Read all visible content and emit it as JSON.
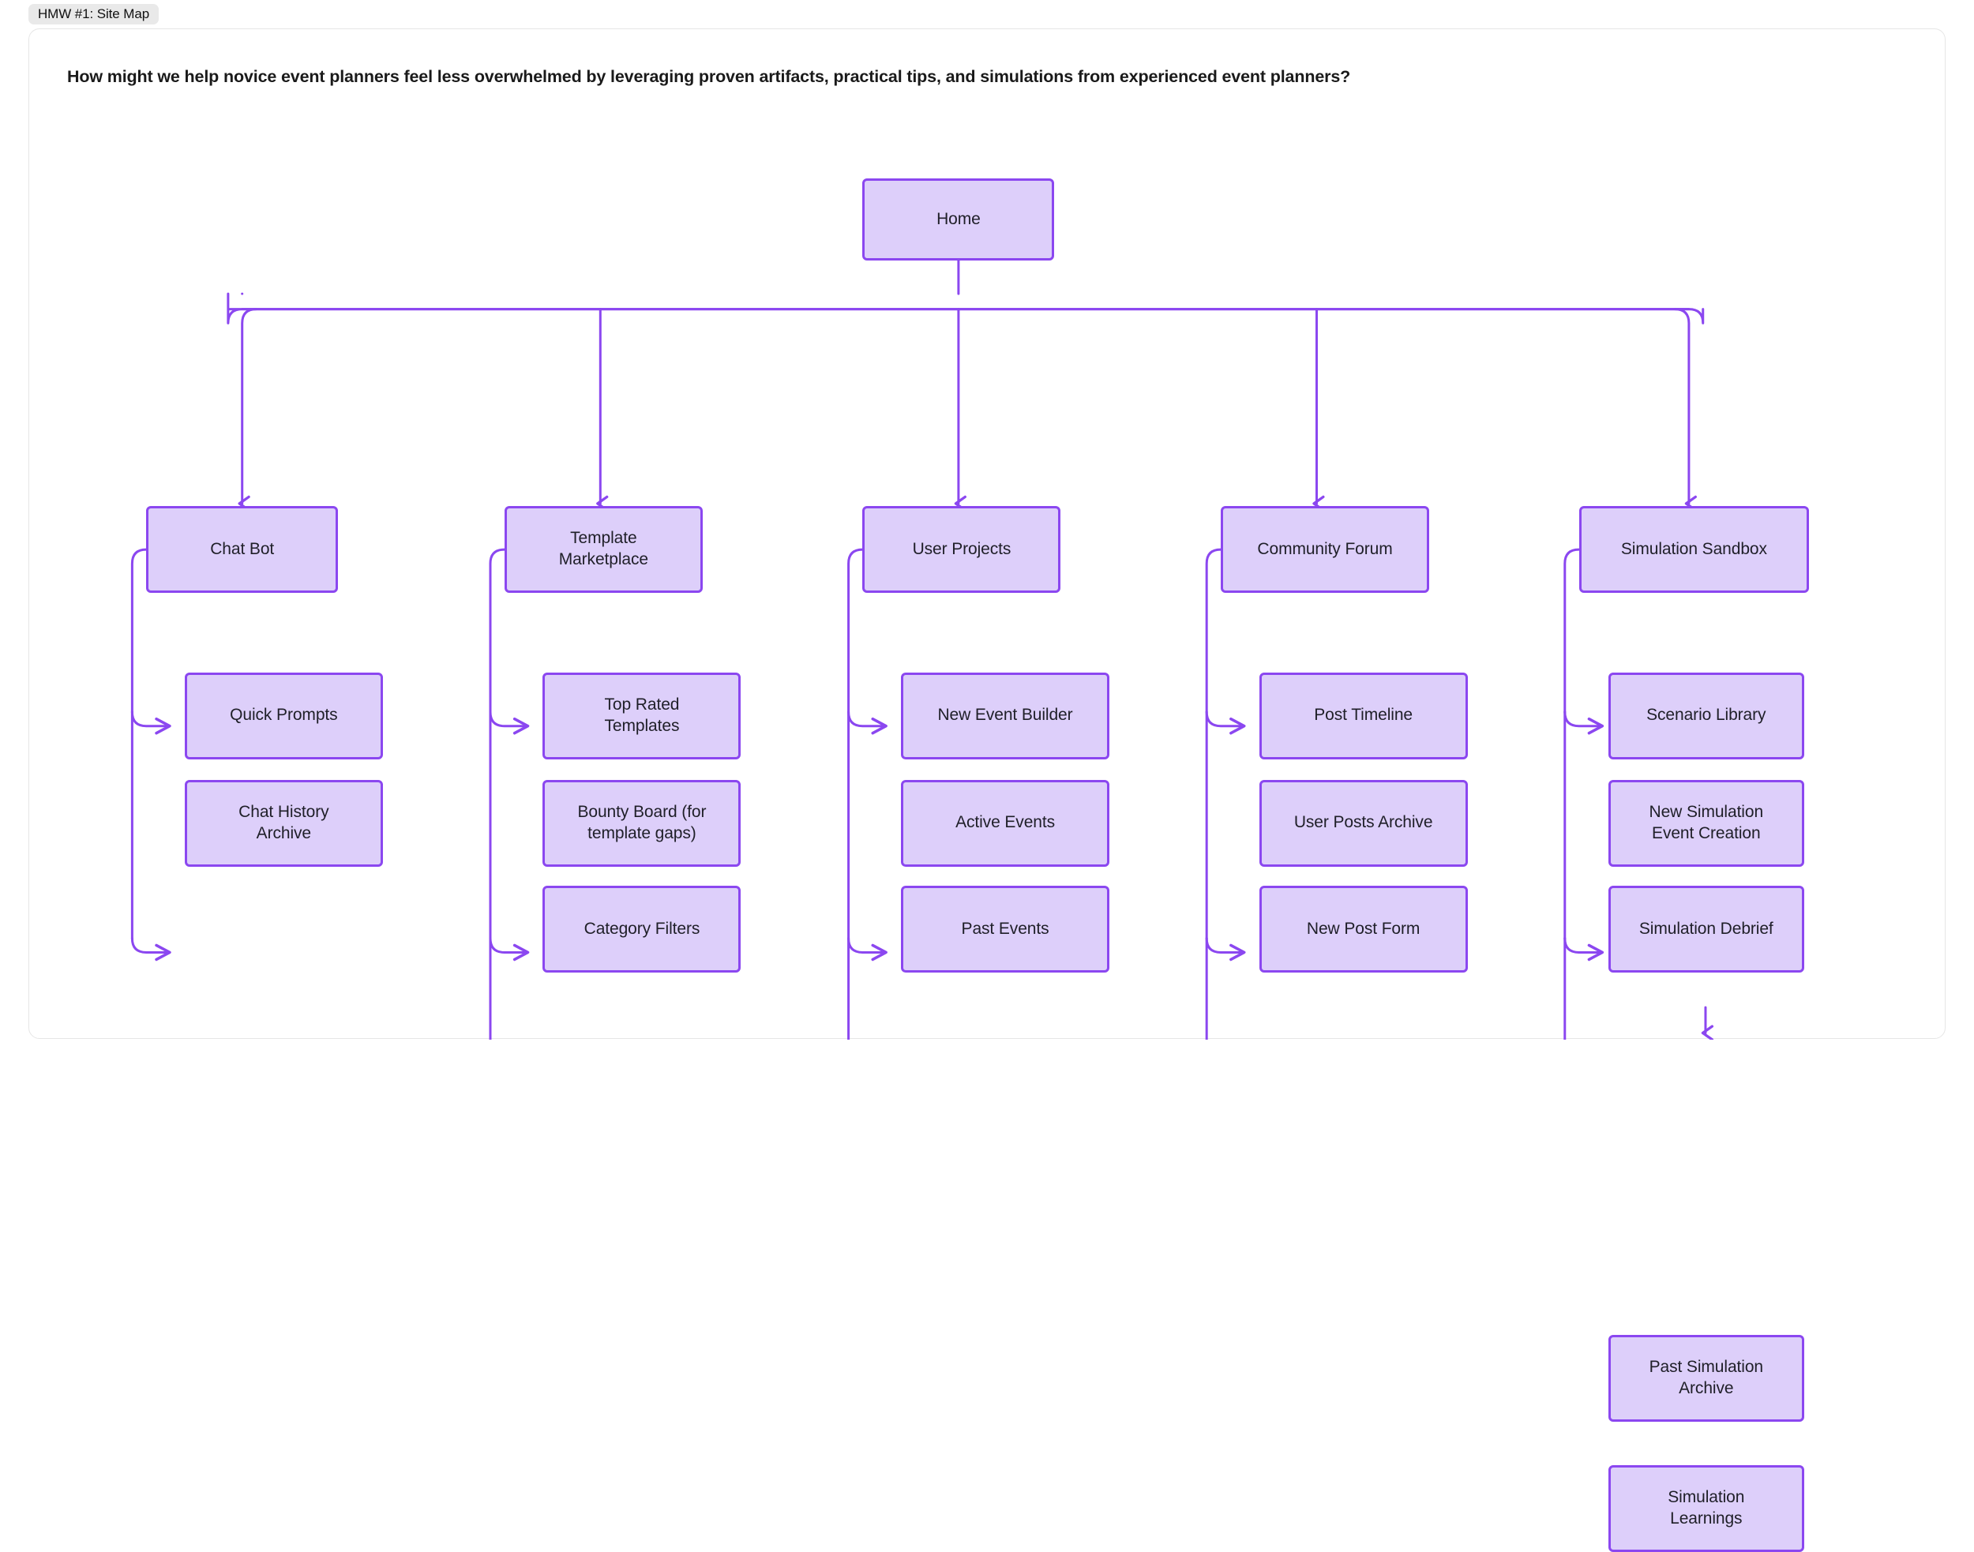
{
  "tab": {
    "label": "HMW #1: Site Map"
  },
  "heading": {
    "text": "How might we help novice event planners feel less overwhelmed by leveraging proven artifacts, practical tips, and simulations from experienced event planners?"
  },
  "theme": {
    "node_fill": "#ddcffa",
    "node_border": "#8b47f0",
    "edge_color": "#8b47f0",
    "node_text": "#1f1f28",
    "tab_bg": "#e9e9e9",
    "card_border": "#e6e6e6",
    "page_bg": "#ffffff"
  },
  "sitemap": {
    "root": {
      "id": "home",
      "label": "Home"
    },
    "branches": [
      {
        "id": "chat-bot",
        "label": "Chat Bot",
        "children": [
          {
            "id": "quick-prompts",
            "label": "Quick Prompts"
          },
          {
            "id": "chat-history-archive",
            "label": "Chat History Archive"
          }
        ]
      },
      {
        "id": "template-marketplace",
        "label": "Template Marketplace",
        "children": [
          {
            "id": "top-rated-templates",
            "label": "Top Rated Templates"
          },
          {
            "id": "bounty-board",
            "label": "Bounty Board (for template gaps)"
          },
          {
            "id": "category-filters",
            "label": "Category Filters"
          }
        ]
      },
      {
        "id": "user-projects",
        "label": "User Projects",
        "children": [
          {
            "id": "new-event-builder",
            "label": "New Event Builder"
          },
          {
            "id": "active-events",
            "label": "Active Events"
          },
          {
            "id": "past-events",
            "label": "Past Events"
          }
        ]
      },
      {
        "id": "community-forum",
        "label": "Community Forum",
        "children": [
          {
            "id": "post-timeline",
            "label": "Post Timeline"
          },
          {
            "id": "user-posts-archive",
            "label": "User Posts Archive"
          },
          {
            "id": "new-post-form",
            "label": "New Post Form"
          }
        ]
      },
      {
        "id": "simulation-sandbox",
        "label": "Simulation Sandbox",
        "children": [
          {
            "id": "scenario-library",
            "label": "Scenario Library"
          },
          {
            "id": "new-simulation-event-creation",
            "label": "New Simulation Event Creation",
            "children": [
              {
                "id": "simulation-debrief",
                "label": "Simulation Debrief"
              }
            ]
          },
          {
            "id": "past-simulation-archive",
            "label": "Past Simulation Archive",
            "children": [
              {
                "id": "simulation-learnings",
                "label": "Simulation Learnings"
              }
            ]
          }
        ]
      }
    ]
  },
  "nodes": {
    "home": "Home",
    "chat_bot": "Chat Bot",
    "quick_prompts": "Quick Prompts",
    "chat_history_archive_l1": "Chat History",
    "chat_history_archive_l2": "Archive",
    "template_marketplace_l1": "Template",
    "template_marketplace_l2": "Marketplace",
    "top_rated_templates_l1": "Top Rated",
    "top_rated_templates_l2": "Templates",
    "bounty_board_l1": "Bounty Board (for",
    "bounty_board_l2": "template gaps)",
    "category_filters": "Category Filters",
    "user_projects": "User Projects",
    "new_event_builder": "New Event Builder",
    "active_events": "Active Events",
    "past_events": "Past Events",
    "community_forum": "Community Forum",
    "post_timeline": "Post Timeline",
    "user_posts_archive": "User Posts Archive",
    "new_post_form": "New Post Form",
    "simulation_sandbox": "Simulation Sandbox",
    "scenario_library": "Scenario Library",
    "new_simulation_event_creation_l1": "New Simulation",
    "new_simulation_event_creation_l2": "Event Creation",
    "simulation_debrief": "Simulation Debrief",
    "past_simulation_archive_l1": "Past Simulation",
    "past_simulation_archive_l2": "Archive",
    "simulation_learnings_l1": "Simulation",
    "simulation_learnings_l2": "Learnings"
  }
}
